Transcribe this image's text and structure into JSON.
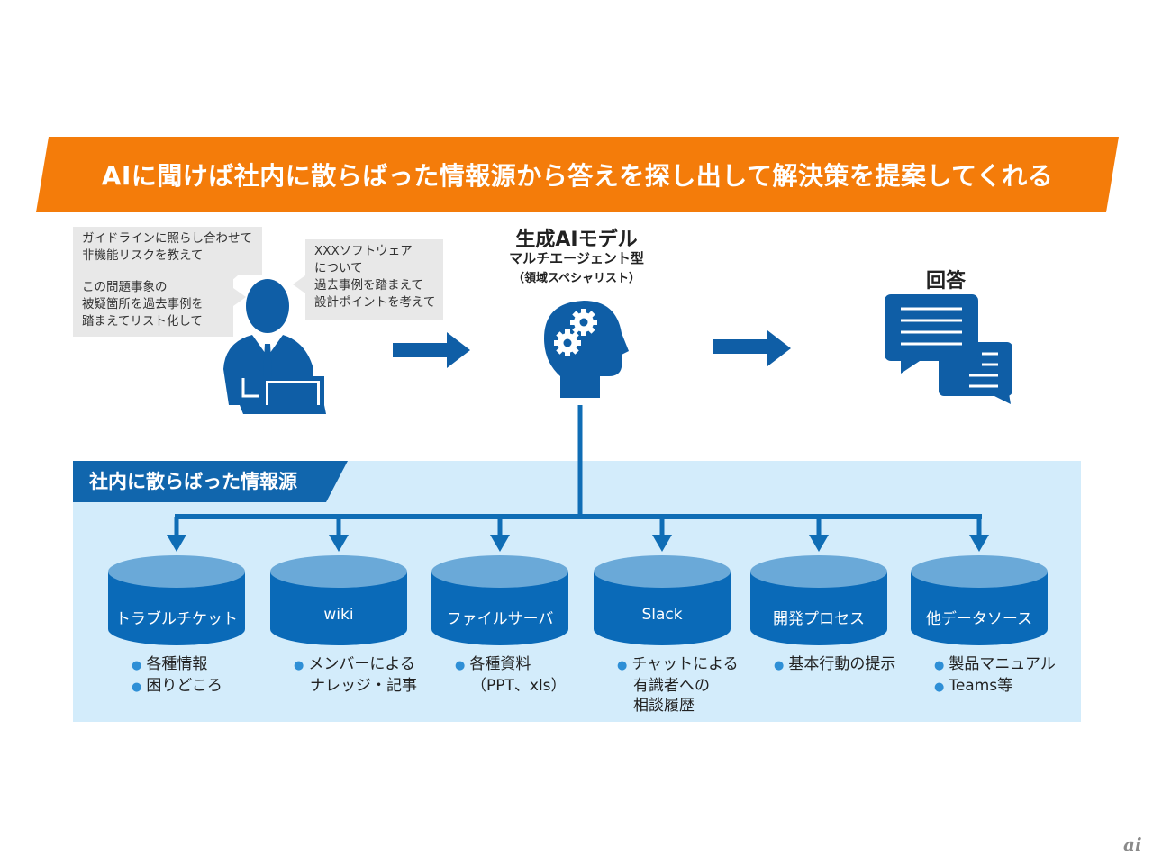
{
  "banner": {
    "title": "AIに聞けば社内に散らばった情報源から答えを探し出して解決策を提案してくれる",
    "color": "#f47c0a"
  },
  "user_requests": [
    {
      "lines": [
        "ガイドラインに照らし合わせて",
        "非機能リスクを教えて"
      ]
    },
    {
      "lines": [
        "この問題事象の",
        "被疑箇所を過去事例を",
        "踏まえてリスト化して"
      ]
    },
    {
      "lines": [
        "XXXソフトウェア",
        "について",
        "過去事例を踏まえて",
        "設計ポイントを考えて"
      ]
    }
  ],
  "model": {
    "title": "生成AIモデル",
    "subtitle": "マルチエージェント型",
    "note": "（領域スペシャリスト）"
  },
  "answer": {
    "title": "回答"
  },
  "sources_panel": {
    "label": "社内に散らばった情報源",
    "sources": [
      {
        "name": "トラブルチケット",
        "notes": [
          {
            "bullet": true,
            "text": "各種情報"
          },
          {
            "bullet": true,
            "text": "困りどころ"
          }
        ]
      },
      {
        "name": "wiki",
        "notes": [
          {
            "bullet": true,
            "text": "メンバーによる"
          },
          {
            "bullet": false,
            "text": "ナレッジ・記事"
          }
        ]
      },
      {
        "name": "ファイルサーバ",
        "notes": [
          {
            "bullet": true,
            "text": "各種資料"
          },
          {
            "bullet": false,
            "text": "（PPT、xls）"
          }
        ]
      },
      {
        "name": "Slack",
        "notes": [
          {
            "bullet": true,
            "text": "チャットによる"
          },
          {
            "bullet": false,
            "text": "有識者への"
          },
          {
            "bullet": false,
            "text": "相談履歴"
          }
        ]
      },
      {
        "name": "開発プロセス",
        "notes": [
          {
            "bullet": true,
            "text": "基本行動の提示"
          }
        ]
      },
      {
        "name": "他データソース",
        "notes": [
          {
            "bullet": true,
            "text": "製品マニュアル"
          },
          {
            "bullet": true,
            "text": "Teams等"
          }
        ]
      }
    ]
  },
  "colors": {
    "icon_blue": "#0f5ea6",
    "connector_blue": "#0f6db5",
    "db_body": "#0a6ab8",
    "db_top": "#6aa9d8",
    "panel_bg": "#d3ecfb",
    "bubble_bg": "#e8e8e8"
  },
  "footer": {
    "logo": "ai"
  }
}
